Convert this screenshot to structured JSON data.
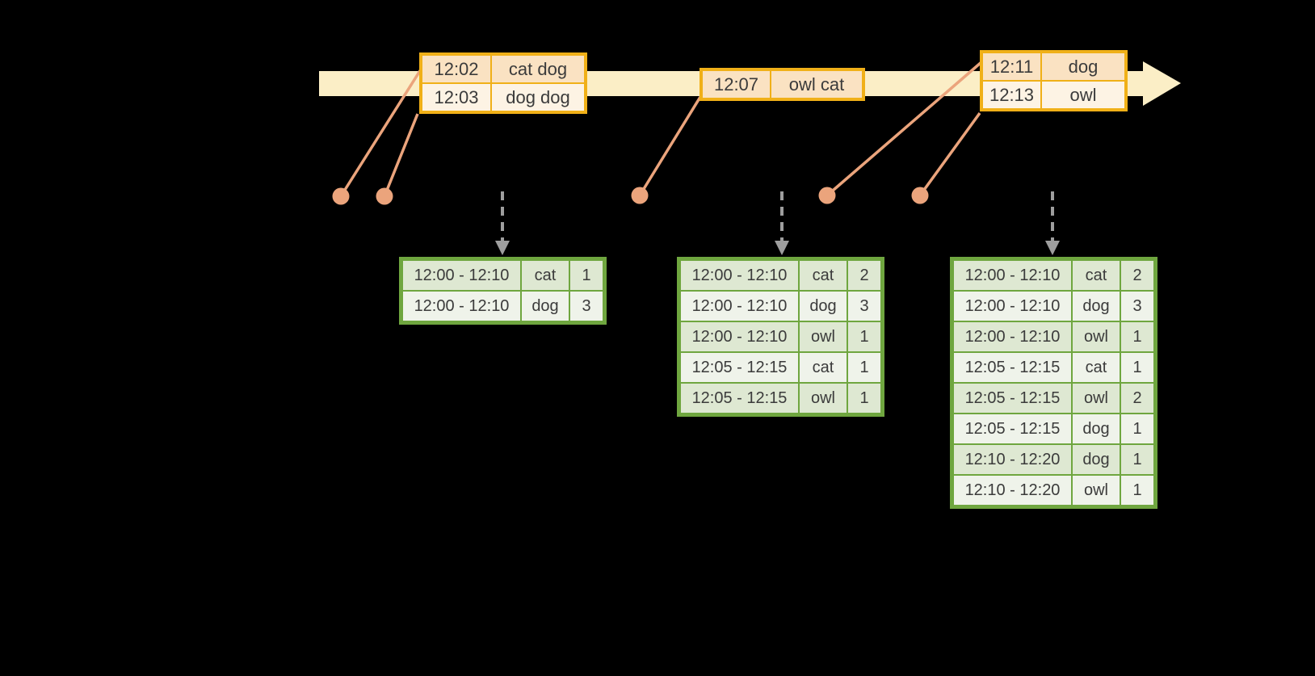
{
  "colors": {
    "background": "#000000",
    "timeline_fill": "#FBEEC6",
    "event_border": "#F0B018",
    "event_row_odd": "#FAE2C2",
    "event_row_even": "#FDF3E4",
    "connector": "#EBA47C",
    "result_border": "#6FA63F",
    "result_row_odd": "#DEE8D2",
    "result_row_even": "#EFF3EA",
    "arrow_gray": "#9E9E9E",
    "text_color": "#3B3B3B"
  },
  "event_tables": [
    {
      "rows": [
        {
          "time": "12:02",
          "words": "cat dog"
        },
        {
          "time": "12:03",
          "words": "dog dog"
        }
      ]
    },
    {
      "rows": [
        {
          "time": "12:07",
          "words": "owl cat"
        }
      ]
    },
    {
      "rows": [
        {
          "time": "12:11",
          "words": "dog"
        },
        {
          "time": "12:13",
          "words": "owl"
        }
      ]
    }
  ],
  "result_tables": [
    {
      "rows": [
        {
          "window": "12:00 - 12:10",
          "word": "cat",
          "count": "1"
        },
        {
          "window": "12:00 - 12:10",
          "word": "dog",
          "count": "3"
        }
      ]
    },
    {
      "rows": [
        {
          "window": "12:00 - 12:10",
          "word": "cat",
          "count": "2"
        },
        {
          "window": "12:00 - 12:10",
          "word": "dog",
          "count": "3"
        },
        {
          "window": "12:00 - 12:10",
          "word": "owl",
          "count": "1"
        },
        {
          "window": "12:05 - 12:15",
          "word": "cat",
          "count": "1"
        },
        {
          "window": "12:05 - 12:15",
          "word": "owl",
          "count": "1"
        }
      ]
    },
    {
      "rows": [
        {
          "window": "12:00 - 12:10",
          "word": "cat",
          "count": "2"
        },
        {
          "window": "12:00 - 12:10",
          "word": "dog",
          "count": "3"
        },
        {
          "window": "12:00 - 12:10",
          "word": "owl",
          "count": "1"
        },
        {
          "window": "12:05 - 12:15",
          "word": "cat",
          "count": "1"
        },
        {
          "window": "12:05 - 12:15",
          "word": "owl",
          "count": "2"
        },
        {
          "window": "12:05 - 12:15",
          "word": "dog",
          "count": "1"
        },
        {
          "window": "12:10 - 12:20",
          "word": "dog",
          "count": "1"
        },
        {
          "window": "12:10 - 12:20",
          "word": "owl",
          "count": "1"
        }
      ]
    }
  ]
}
